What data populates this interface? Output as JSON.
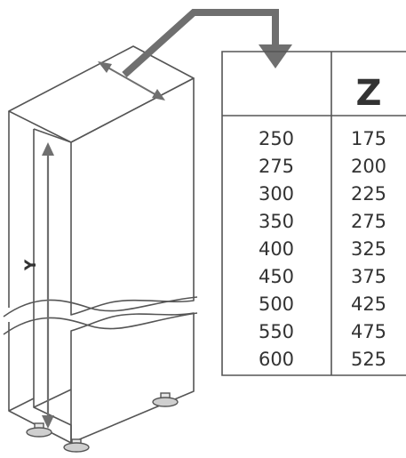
{
  "diagram": {
    "height_dimension_label": "Y",
    "table": {
      "header_left": "",
      "header_right": "Z",
      "rows": [
        {
          "left": "250",
          "right": "175"
        },
        {
          "left": "275",
          "right": "200"
        },
        {
          "left": "300",
          "right": "225"
        },
        {
          "left": "350",
          "right": "275"
        },
        {
          "left": "400",
          "right": "325"
        },
        {
          "left": "450",
          "right": "375"
        },
        {
          "left": "500",
          "right": "425"
        },
        {
          "left": "550",
          "right": "475"
        },
        {
          "left": "600",
          "right": "525"
        }
      ]
    },
    "colors": {
      "line": "#555555",
      "arrow": "#6f6f6f",
      "text": "#333333",
      "table_border": "#555555"
    }
  }
}
